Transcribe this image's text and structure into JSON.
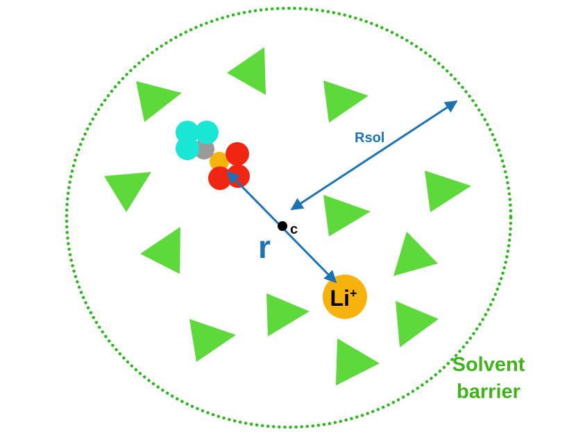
{
  "labels": {
    "rsol": "Rsol",
    "center": "c",
    "distance": "r",
    "ion_main": "Li",
    "ion_charge": "+",
    "barrier_line1": "Solvent",
    "barrier_line2": "barrier"
  },
  "colors": {
    "solvent": "#5dd93b",
    "boundary": "#2fb51f",
    "arrow": "#1a73b5",
    "lithium": "#f7b20e",
    "oxygen": "#f02613",
    "fluorine": "#19e6d5",
    "central_atom": "#9a9a9a",
    "center_point": "#000000",
    "barrier_text": "#3fb21c",
    "ion_text": "#000000"
  },
  "icons": {
    "solvent_molecule": "triangle-icon",
    "anion": "molecule-icon",
    "cation": "ion-circle-icon"
  }
}
